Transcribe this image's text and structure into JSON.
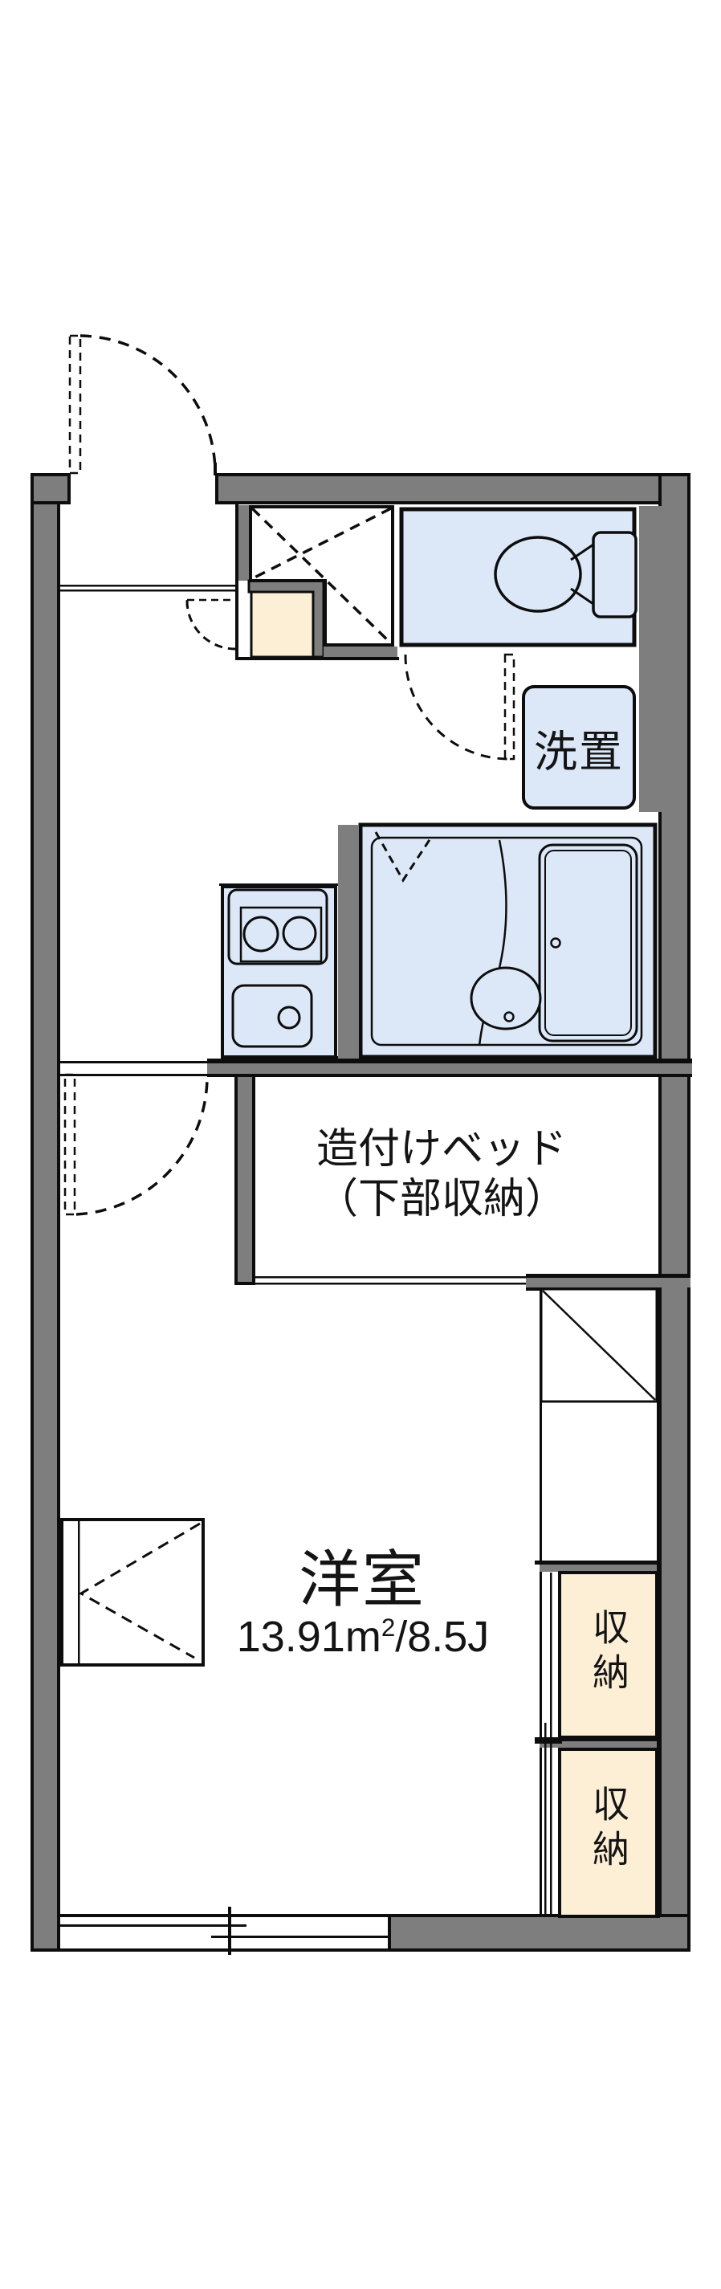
{
  "floorplan": {
    "rooms": {
      "western_room": {
        "name": "洋室",
        "area_value": "13.91",
        "area_unit_base": "m",
        "area_unit_sup": "2",
        "area_suffix": "/8.5J"
      },
      "built_in_bed": {
        "line1": "造付けベッド",
        "line2": "（下部収納）"
      },
      "washer_place": {
        "label": "洗置"
      },
      "storage_upper": {
        "label": "収納"
      },
      "storage_lower": {
        "label": "収納"
      }
    },
    "colors": {
      "wall_gray": "#7e7e7e",
      "water_room_blue": "#dce8f8",
      "entry_beige": "#fcefd6",
      "line_black": "#0d0d0d"
    }
  }
}
